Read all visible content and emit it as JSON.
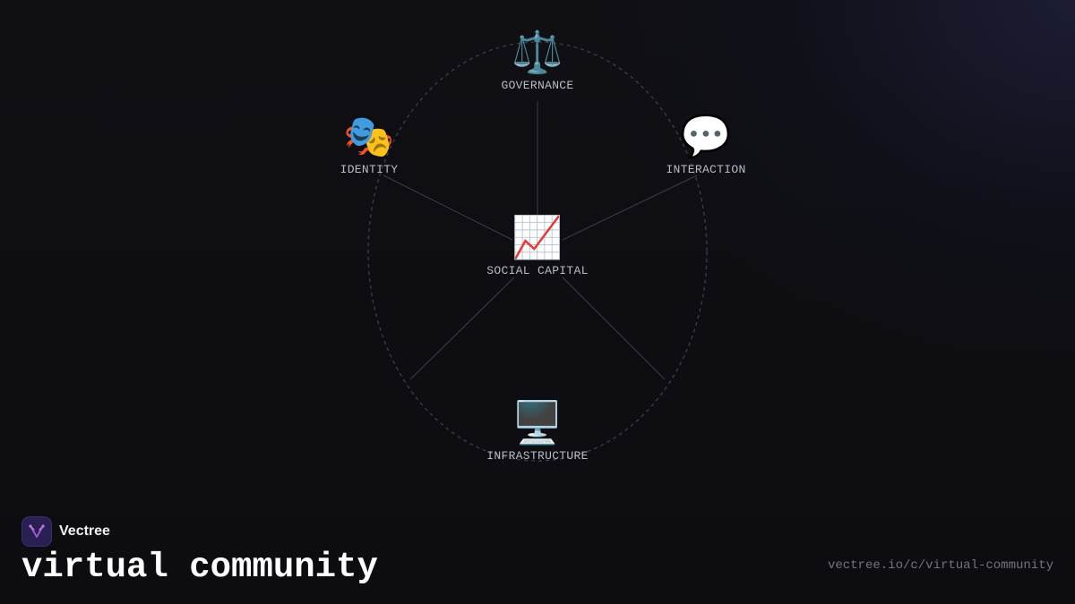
{
  "diagram": {
    "nodes": [
      {
        "id": "governance",
        "label": "GOVERNANCE",
        "emoji": "⚖️",
        "icon": "scales-icon"
      },
      {
        "id": "identity",
        "label": "IDENTITY",
        "emoji": "🎭",
        "icon": "theater-masks-icon"
      },
      {
        "id": "interaction",
        "label": "INTERACTION",
        "emoji": "💬",
        "icon": "speech-bubble-icon"
      },
      {
        "id": "social_capital",
        "label": "SOCIAL CAPITAL",
        "emoji": "📈",
        "icon": "chart-increasing-icon"
      },
      {
        "id": "infrastructure",
        "label": "INFRASTRUCTURE",
        "emoji": "🖥️",
        "icon": "desktop-computer-icon"
      }
    ],
    "colors": {
      "ellipse": "#3a3b44",
      "spoke": "#3d3e47",
      "label": "#b9bcc6"
    }
  },
  "brand": {
    "name": "Vectree",
    "logo_color": "#2a1f52",
    "logo_mark_color": "#a05ad8"
  },
  "title": "virtual community",
  "url": "vectree.io/c/virtual-community"
}
